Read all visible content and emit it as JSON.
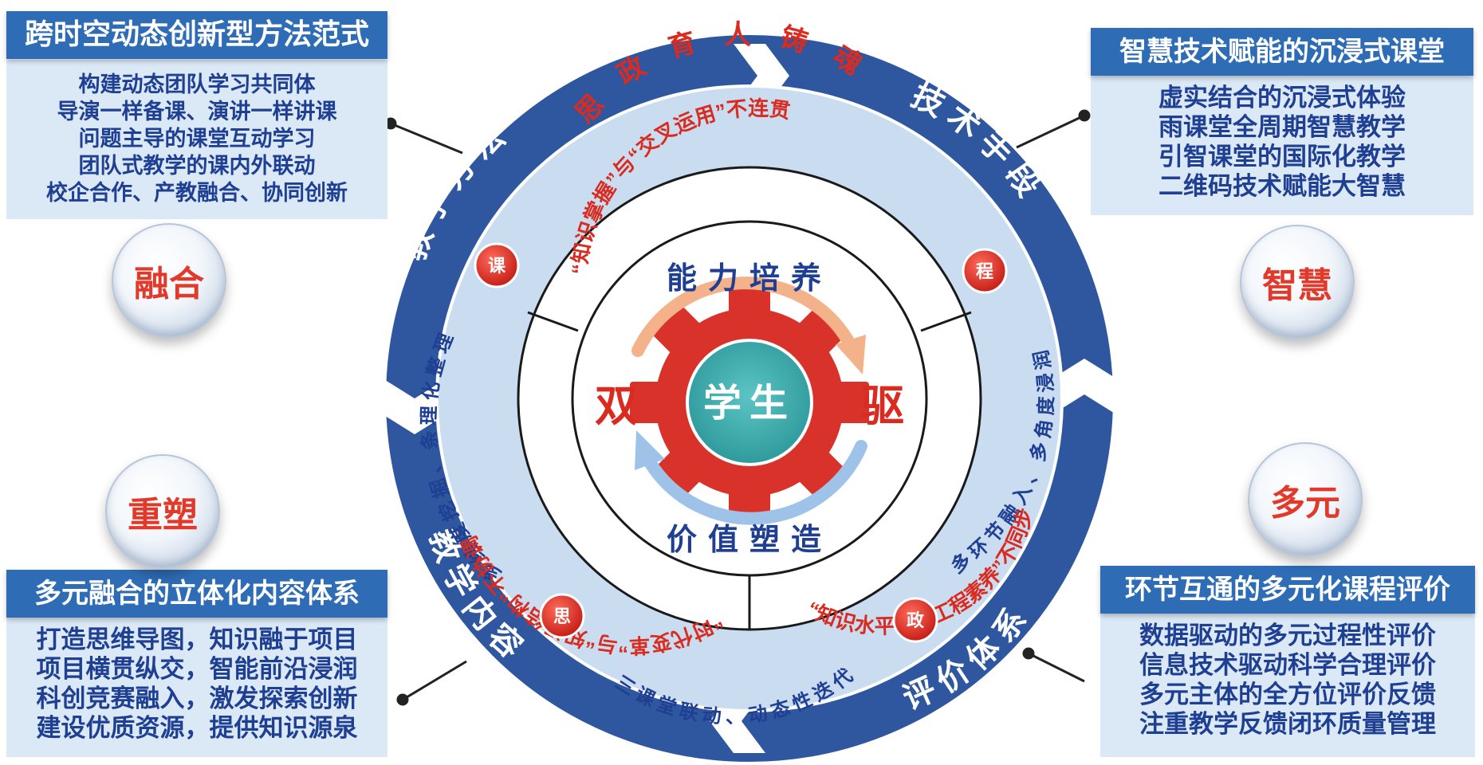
{
  "panels": {
    "top_left": {
      "title": "跨时空动态创新型方法范式",
      "items": [
        "构建动态团队学习共同体",
        "导演一样备课、演讲一样讲课",
        "问题主导的课堂互动学习",
        "团队式教学的课内外联动",
        "校企合作、产教融合、协同创新"
      ]
    },
    "top_right": {
      "title": "智慧技术赋能的沉浸式课堂",
      "items": [
        "虚实结合的沉浸式体验",
        "雨课堂全周期智慧教学",
        "引智课堂的国际化教学",
        "二维码技术赋能大智慧"
      ]
    },
    "bottom_left": {
      "title": "多元融合的立体化内容体系",
      "items": [
        "打造思维导图，知识融于项目",
        "项目横贯纵交，智能前沿浸润",
        "科创竞赛融入，激发探索创新",
        "建设优质资源，提供知识源泉"
      ]
    },
    "bottom_right": {
      "title": "环节互通的多元化课程评价",
      "items": [
        "数据驱动的多元过程性评价",
        "信息技术驱动科学合理评价",
        "多元主体的全方位评价反馈",
        "注重教学反馈闭环质量管理"
      ]
    }
  },
  "orbs": {
    "top_left": "融合",
    "top_right": "智慧",
    "bottom_left": "重塑",
    "bottom_right": "多元"
  },
  "outer_ring": {
    "top_left": "教学方法",
    "top_right": "技术手段",
    "bottom_left": "教学内容",
    "bottom_right": "评价体系"
  },
  "middle_ring": {
    "top": "思政育人铸魂",
    "right": "多环节融入、多角度浸润",
    "bottom": "三课堂联动、动态性迭代",
    "left": "多维度挖掘、条理化整理"
  },
  "badges": {
    "top_left": "课",
    "top_right": "程",
    "bottom_left": "思",
    "bottom_right": "政"
  },
  "inner_ring": {
    "top": "“知识掌握”与“交叉运用”不连贯",
    "right": "“知识水平”与“工程素养”不同步",
    "left": "“时代变革”与“知识结构”不协调"
  },
  "core": {
    "top_label": "能力培养",
    "bottom_label": "价值塑造",
    "left_label": "双",
    "right_label": "驱",
    "center_label": "学生"
  },
  "colors": {
    "ring_dark_blue": "#2f579f",
    "ring_light_blue": "#c9dcf0",
    "panel_title_blue": "#2e6db6",
    "panel_bg": "#dbe9f6",
    "list_text": "#1f3f93",
    "red_text": "#e23a2a",
    "gear_red": "#d9322a",
    "core_teal": "#3aa6a8"
  }
}
